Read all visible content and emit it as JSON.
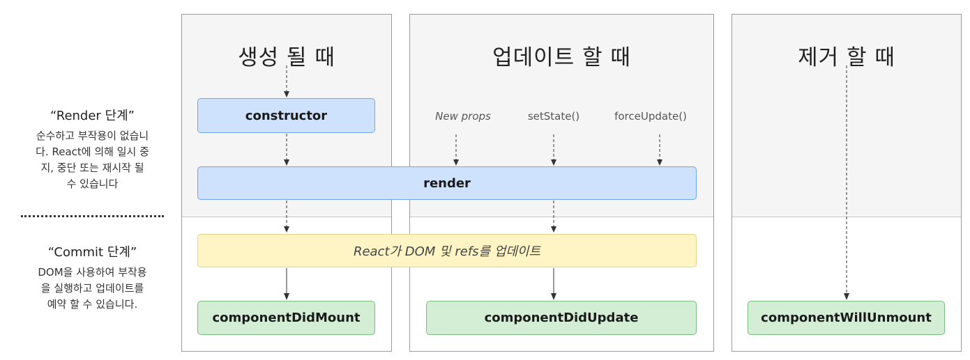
{
  "sidebar": {
    "render_title": "“Render 단계”",
    "render_desc": "순수하고 부작용이 없습니다. React에 의해 일시 중지, 중단 또는 재시작 될 수 있습니다",
    "commit_title": "“Commit 단계”",
    "commit_desc": "DOM을 사용하여 부작용을 실행하고 업데이트를 예약 할 수 있습니다."
  },
  "columns": {
    "mount": {
      "title": "생성 될 때",
      "constructor": "constructor",
      "did_mount": "componentDidMount"
    },
    "update": {
      "title": "업데이트 할 때",
      "triggers": [
        "New props",
        "setState()",
        "forceUpdate()"
      ],
      "did_update": "componentDidUpdate"
    },
    "unmount": {
      "title": "제거 할 때",
      "will_unmount": "componentWillUnmount"
    }
  },
  "shared": {
    "render": "render",
    "commit_note": "React가 DOM 및 refs를 업데이트"
  },
  "colors": {
    "render_box": "#cfe2fd",
    "lifecycle_box": "#d4eed6",
    "commit_box": "#fff4c4",
    "render_zone": "#f5f5f5"
  }
}
